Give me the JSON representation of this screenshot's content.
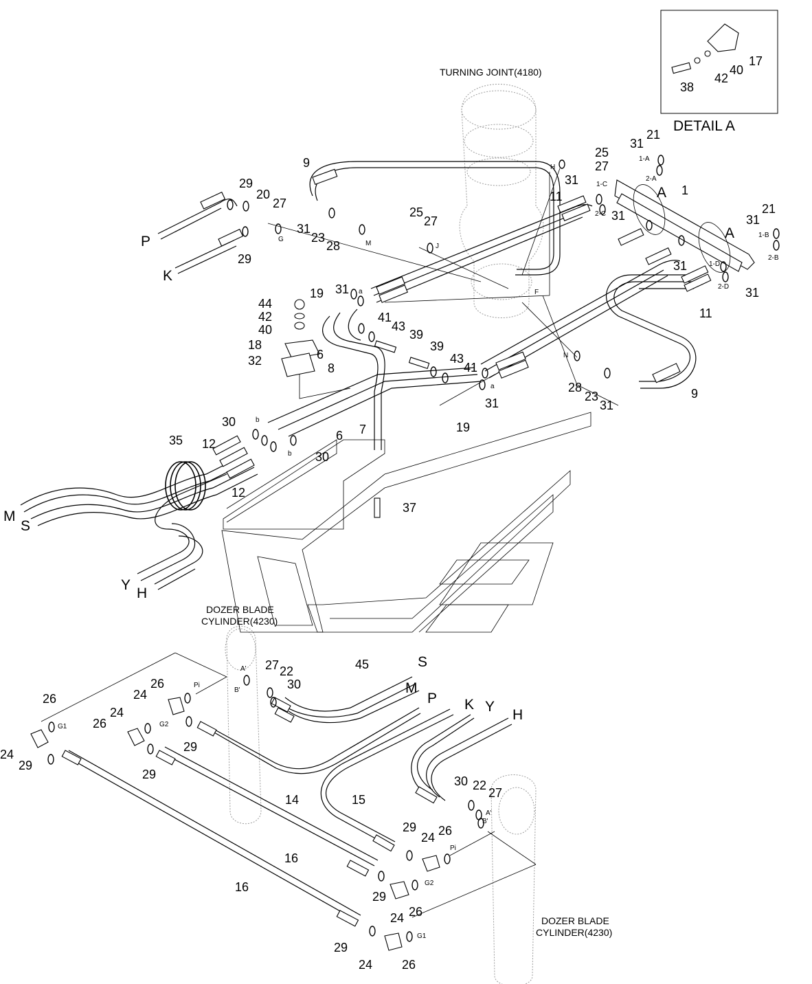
{
  "captions": {
    "turning_joint": "TURNING JOINT(4180)",
    "detail_a": "DETAIL A",
    "dozer_cyl_1_l1": "DOZER BLADE",
    "dozer_cyl_1_l2": "CYLINDER(4230)",
    "dozer_cyl_2_l1": "DOZER BLADE",
    "dozer_cyl_2_l2": "CYLINDER(4230)"
  },
  "detail_callouts": [
    {
      "id": "d17",
      "text": "17"
    },
    {
      "id": "d40",
      "text": "40"
    },
    {
      "id": "d42",
      "text": "42"
    },
    {
      "id": "d38",
      "text": "38"
    }
  ],
  "part_numbers": [
    {
      "id": "n9a",
      "text": "9"
    },
    {
      "id": "n25a",
      "text": "25"
    },
    {
      "id": "n27a",
      "text": "27"
    },
    {
      "id": "n21a",
      "text": "21"
    },
    {
      "id": "n31a",
      "text": "31"
    },
    {
      "id": "n29a",
      "text": "29"
    },
    {
      "id": "n20",
      "text": "20"
    },
    {
      "id": "n27b",
      "text": "27"
    },
    {
      "id": "n31b",
      "text": "31"
    },
    {
      "id": "n11a",
      "text": "11"
    },
    {
      "id": "n1",
      "text": "1"
    },
    {
      "id": "n25b",
      "text": "25"
    },
    {
      "id": "n27c",
      "text": "27"
    },
    {
      "id": "n31c",
      "text": "31"
    },
    {
      "id": "n23a",
      "text": "23"
    },
    {
      "id": "n28a",
      "text": "28"
    },
    {
      "id": "n31d",
      "text": "31"
    },
    {
      "id": "n29b",
      "text": "29"
    },
    {
      "id": "n21b",
      "text": "21"
    },
    {
      "id": "n31e",
      "text": "31"
    },
    {
      "id": "n31f",
      "text": "31"
    },
    {
      "id": "n31g",
      "text": "31"
    },
    {
      "id": "n11b",
      "text": "11"
    },
    {
      "id": "n31h",
      "text": "31"
    },
    {
      "id": "n19a",
      "text": "19"
    },
    {
      "id": "n44",
      "text": "44"
    },
    {
      "id": "n42",
      "text": "42"
    },
    {
      "id": "n40",
      "text": "40"
    },
    {
      "id": "n41a",
      "text": "41"
    },
    {
      "id": "n43a",
      "text": "43"
    },
    {
      "id": "n39a",
      "text": "39"
    },
    {
      "id": "n18",
      "text": "18"
    },
    {
      "id": "n6a",
      "text": "6"
    },
    {
      "id": "n32",
      "text": "32"
    },
    {
      "id": "n8",
      "text": "8"
    },
    {
      "id": "n39b",
      "text": "39"
    },
    {
      "id": "n43b",
      "text": "43"
    },
    {
      "id": "n41b",
      "text": "41"
    },
    {
      "id": "n28b",
      "text": "28"
    },
    {
      "id": "n23b",
      "text": "23"
    },
    {
      "id": "n31i",
      "text": "31"
    },
    {
      "id": "n9b",
      "text": "9"
    },
    {
      "id": "n31j",
      "text": "31"
    },
    {
      "id": "n30a",
      "text": "30"
    },
    {
      "id": "n7",
      "text": "7"
    },
    {
      "id": "n6b",
      "text": "6"
    },
    {
      "id": "n19b",
      "text": "19"
    },
    {
      "id": "n35",
      "text": "35"
    },
    {
      "id": "n12a",
      "text": "12"
    },
    {
      "id": "n30b",
      "text": "30"
    },
    {
      "id": "n12b",
      "text": "12"
    },
    {
      "id": "n37",
      "text": "37"
    },
    {
      "id": "n45",
      "text": "45"
    },
    {
      "id": "n27d",
      "text": "27"
    },
    {
      "id": "n22a",
      "text": "22"
    },
    {
      "id": "n30c",
      "text": "30"
    },
    {
      "id": "n26a",
      "text": "26"
    },
    {
      "id": "n24a",
      "text": "24"
    },
    {
      "id": "n26b",
      "text": "26"
    },
    {
      "id": "n24b",
      "text": "24"
    },
    {
      "id": "n26c",
      "text": "26"
    },
    {
      "id": "n24c",
      "text": "24"
    },
    {
      "id": "n29c",
      "text": "29"
    },
    {
      "id": "n29d",
      "text": "29"
    },
    {
      "id": "n29e",
      "text": "29"
    },
    {
      "id": "n14",
      "text": "14"
    },
    {
      "id": "n15",
      "text": "15"
    },
    {
      "id": "n30d",
      "text": "30"
    },
    {
      "id": "n22b",
      "text": "22"
    },
    {
      "id": "n27e",
      "text": "27"
    },
    {
      "id": "n29f",
      "text": "29"
    },
    {
      "id": "n24d",
      "text": "24"
    },
    {
      "id": "n26d",
      "text": "26"
    },
    {
      "id": "n16a",
      "text": "16"
    },
    {
      "id": "n16b",
      "text": "16"
    },
    {
      "id": "n29g",
      "text": "29"
    },
    {
      "id": "n24e",
      "text": "24"
    },
    {
      "id": "n26e",
      "text": "26"
    },
    {
      "id": "n29h",
      "text": "29"
    },
    {
      "id": "n24f",
      "text": "24"
    },
    {
      "id": "n26f",
      "text": "26"
    }
  ],
  "port_letters": [
    {
      "id": "pP",
      "text": "P"
    },
    {
      "id": "pK",
      "text": "K"
    },
    {
      "id": "pM",
      "text": "M"
    },
    {
      "id": "pS",
      "text": "S"
    },
    {
      "id": "pY",
      "text": "Y"
    },
    {
      "id": "pH",
      "text": "H"
    },
    {
      "id": "pA1",
      "text": "A"
    },
    {
      "id": "pA2",
      "text": "A"
    },
    {
      "id": "pS2",
      "text": "S"
    },
    {
      "id": "pM2",
      "text": "M"
    },
    {
      "id": "pP2",
      "text": "P"
    },
    {
      "id": "pK2",
      "text": "K"
    },
    {
      "id": "pY2",
      "text": "Y"
    },
    {
      "id": "pH2",
      "text": "H"
    }
  ],
  "port_tags": [
    {
      "id": "tG",
      "text": "G"
    },
    {
      "id": "tM",
      "text": "M"
    },
    {
      "id": "tJ",
      "text": "J"
    },
    {
      "id": "tH",
      "text": "H"
    },
    {
      "id": "tF",
      "text": "F"
    },
    {
      "id": "tN",
      "text": "N"
    },
    {
      "id": "t1A",
      "text": "1-A"
    },
    {
      "id": "t2A",
      "text": "2-A"
    },
    {
      "id": "t1C",
      "text": "1-C"
    },
    {
      "id": "t2C",
      "text": "2-C"
    },
    {
      "id": "t1B",
      "text": "1-B"
    },
    {
      "id": "t2B",
      "text": "2-B"
    },
    {
      "id": "t1D",
      "text": "1-D"
    },
    {
      "id": "t2D",
      "text": "2-D"
    },
    {
      "id": "ta1",
      "text": "a"
    },
    {
      "id": "ta2",
      "text": "a"
    },
    {
      "id": "tb1",
      "text": "b"
    },
    {
      "id": "tb2",
      "text": "b"
    },
    {
      "id": "tAp1",
      "text": "A'"
    },
    {
      "id": "tBp1",
      "text": "B'"
    },
    {
      "id": "tPi1",
      "text": "Pi"
    },
    {
      "id": "tG1a",
      "text": "G1"
    },
    {
      "id": "tG2a",
      "text": "G2"
    },
    {
      "id": "tAp2",
      "text": "A'"
    },
    {
      "id": "tBp2",
      "text": "B'"
    },
    {
      "id": "tPi2",
      "text": "Pi"
    },
    {
      "id": "tG2b",
      "text": "G2"
    },
    {
      "id": "tG1b",
      "text": "G1"
    }
  ]
}
